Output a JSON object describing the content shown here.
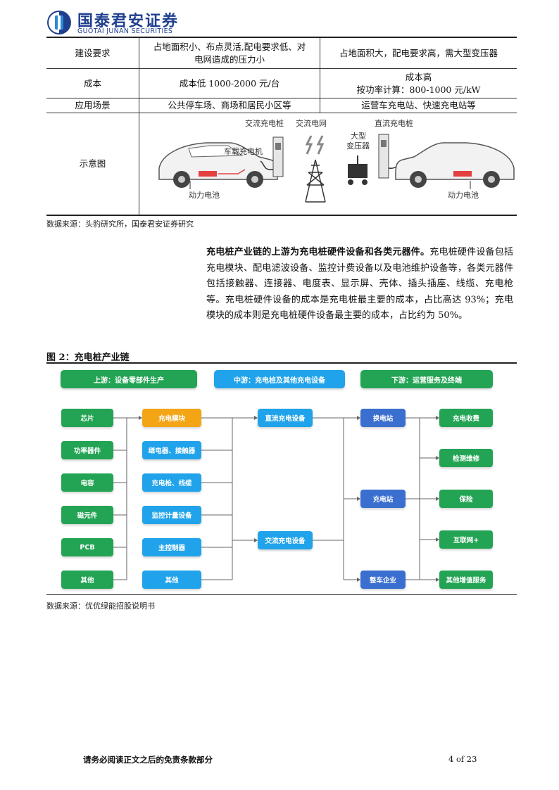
{
  "header": {
    "logo_cn": "国泰君安证券",
    "logo_en": "GUOTAI JUNAN SECURITIES"
  },
  "table": {
    "rows": [
      {
        "label": "建设要求",
        "ac_lines": [
          "占地面积小、布点灵活,配电要求低、对",
          "电网造成的压力小"
        ],
        "dc_lines": [
          "占地面积大，配电要求高，需大型变压器"
        ]
      },
      {
        "label": "成本",
        "ac_lines": [
          "成本低 1000-2000 元/台"
        ],
        "dc_lines": [
          "成本高",
          "按功率计算：800-1000 元/kW"
        ]
      },
      {
        "label": "应用场景",
        "ac_lines": [
          "公共停车场、商场和居民小区等"
        ],
        "dc_lines": [
          "运营车充电站、快速充电站等"
        ]
      },
      {
        "label": "示意图"
      }
    ],
    "diagram": {
      "ac_pile": "交流充电桩",
      "ac_grid": "交流电网",
      "dc_pile": "直流充电桩",
      "onboard_charger": "车载充电机",
      "transformer": "大型\n变压器",
      "battery_left": "动力电池",
      "battery_right": "动力电池"
    },
    "source": "数据来源：头豹研究所，国泰君安证券研究"
  },
  "paragraph": {
    "bold": "充电桩产业链的上游为充电桩硬件设备和各类元器件。",
    "text": "充电桩硬件设备包括充电模块、配电滤波设备、监控计费设备以及电池维护设备等，各类元器件包括接触器、连接器、电度表、显示屏、壳体、插头插座、线缆、充电枪等。充电桩硬件设备的成本是充电桩最主要的成本，占比高达 93%；充电模块的成本则是充电桩硬件设备最主要的成本，占比约为 50%。"
  },
  "figure": {
    "title": "图 2：充电桩产业链",
    "headers": [
      "上游：设备零部件生产",
      "中游：充电桩及其他充电设备",
      "下游：运营服务及终端"
    ],
    "col_components": [
      "芯片",
      "功率器件",
      "电容",
      "磁元件",
      "PCB",
      "其他"
    ],
    "col_equipment": [
      "充电模块",
      "继电器、接触器",
      "充电枪、线缆",
      "监控计量设备",
      "主控制器",
      "其他"
    ],
    "col_piles": [
      "直流充电设备",
      "交流充电设备"
    ],
    "col_operators": [
      "换电站",
      "充电站",
      "整车企业"
    ],
    "col_services": [
      "充电收费",
      "检测维修",
      "保险",
      "互联网+",
      "其他增值服务"
    ],
    "source": "数据来源：优优绿能招股说明书",
    "colors": {
      "green": "#23a454",
      "orange": "#f3a516",
      "blue": "#20a3ea",
      "navy": "#3a6fcf"
    }
  },
  "footer": {
    "note": "请务必阅读正文之后的免责条款部分",
    "page": "4 of 23"
  }
}
